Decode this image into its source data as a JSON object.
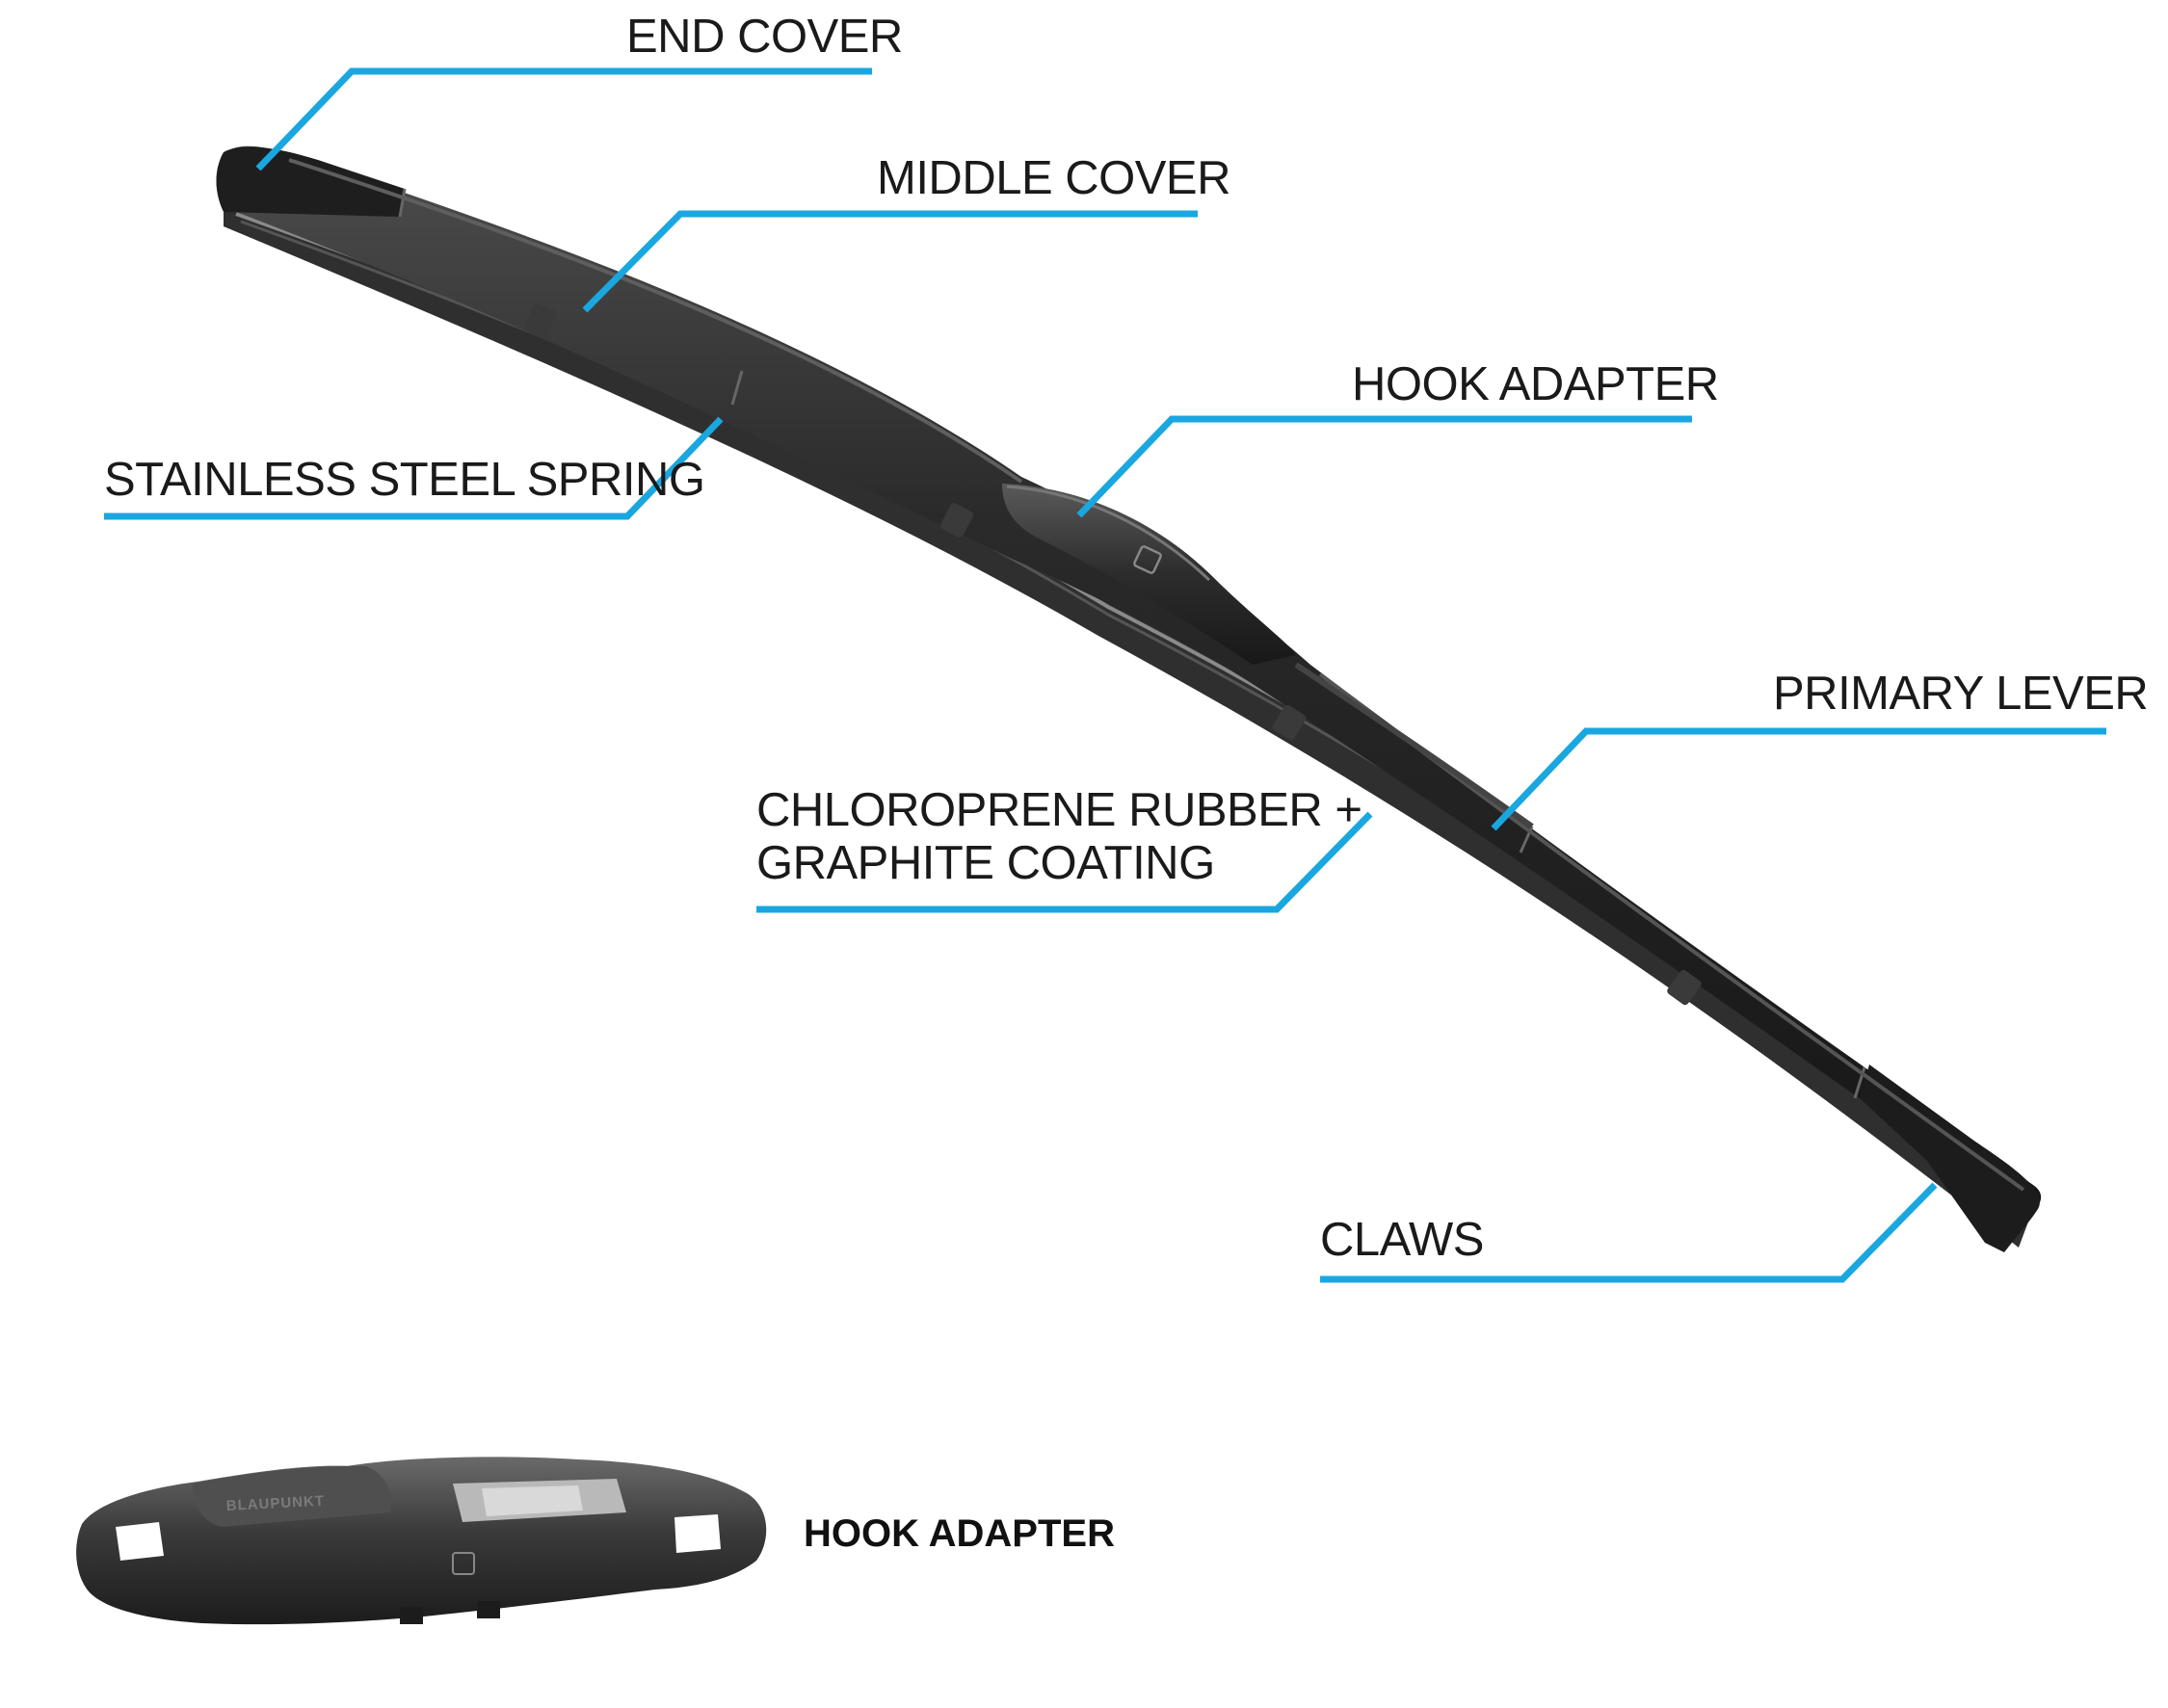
{
  "labels": {
    "end_cover": "END COVER",
    "middle_cover": "MIDDLE COVER",
    "hook_adapter": "HOOK ADAPTER",
    "stainless_steel_spring": "STAINLESS STEEL SPRING",
    "primary_lever": "PRIMARY LEVER",
    "rubber_line1": "CHLOROPRENE RUBBER +",
    "rubber_line2": "GRAPHITE COATING",
    "claws": "CLAWS"
  },
  "inset": {
    "caption": "HOOK ADAPTER",
    "brand_mark": "BLAUPUNKT"
  },
  "colors": {
    "callout_line": "#1aa7e0",
    "blade_body": "#222222",
    "blade_highlight": "#4a4a4a",
    "rubber": "#303030",
    "spring_metal": "#8a8a8a",
    "label_text": "#1a1a1a",
    "background": "#ffffff"
  }
}
